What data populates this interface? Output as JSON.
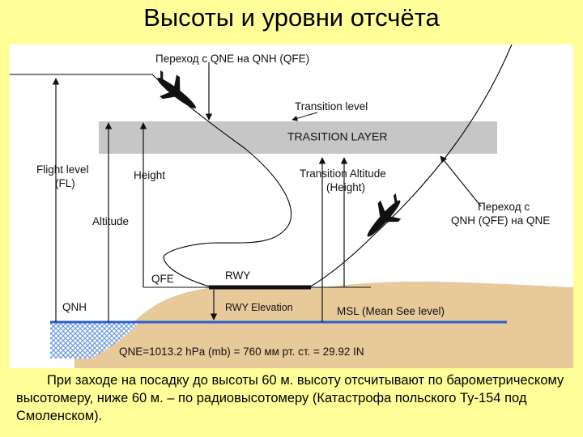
{
  "title": "Высоты и уровни отсчёта",
  "labels": {
    "top_transition": "Переход с QNE на QNH (QFE)",
    "transition_level": "Transition level",
    "transition_layer": "TRASITION  LAYER",
    "flight_level_1": "Flight level",
    "flight_level_2": "(FL)",
    "height": "Height",
    "transition_altitude_1": "Transition Altitude",
    "transition_altitude_2": "(Height)",
    "altitude": "Altitude",
    "right_transition_1": "Переход с",
    "right_transition_2": "QNH (QFE) на QNE",
    "qfe": "QFE",
    "rwy": "RWY",
    "qnh": "QNH",
    "rwy_elevation": "RWY  Elevation",
    "msl": "MSL (Mean See level)",
    "pressure": "QNE=1013.2 hPa (mb) = 760 мм рт. ст. = 29.92 IN"
  },
  "caption": "При заходе на посадку до высоты 60 м. высоту отсчитывают по барометрическому высотомеру, ниже 60 м. – по радиовысотомеру (Катастрофа польского Ту-154 под Смоленском).",
  "colors": {
    "slide_background": "#FFFF99",
    "diagram_background": "#FFFFFF",
    "transition_layer": "#C6C6C6",
    "ground": "#E8C99A",
    "sea_level_line": "#2E5FD0",
    "water": "#6F9BDE"
  },
  "icons": [
    "airplane-descending-icon",
    "airplane-climbing-icon"
  ]
}
